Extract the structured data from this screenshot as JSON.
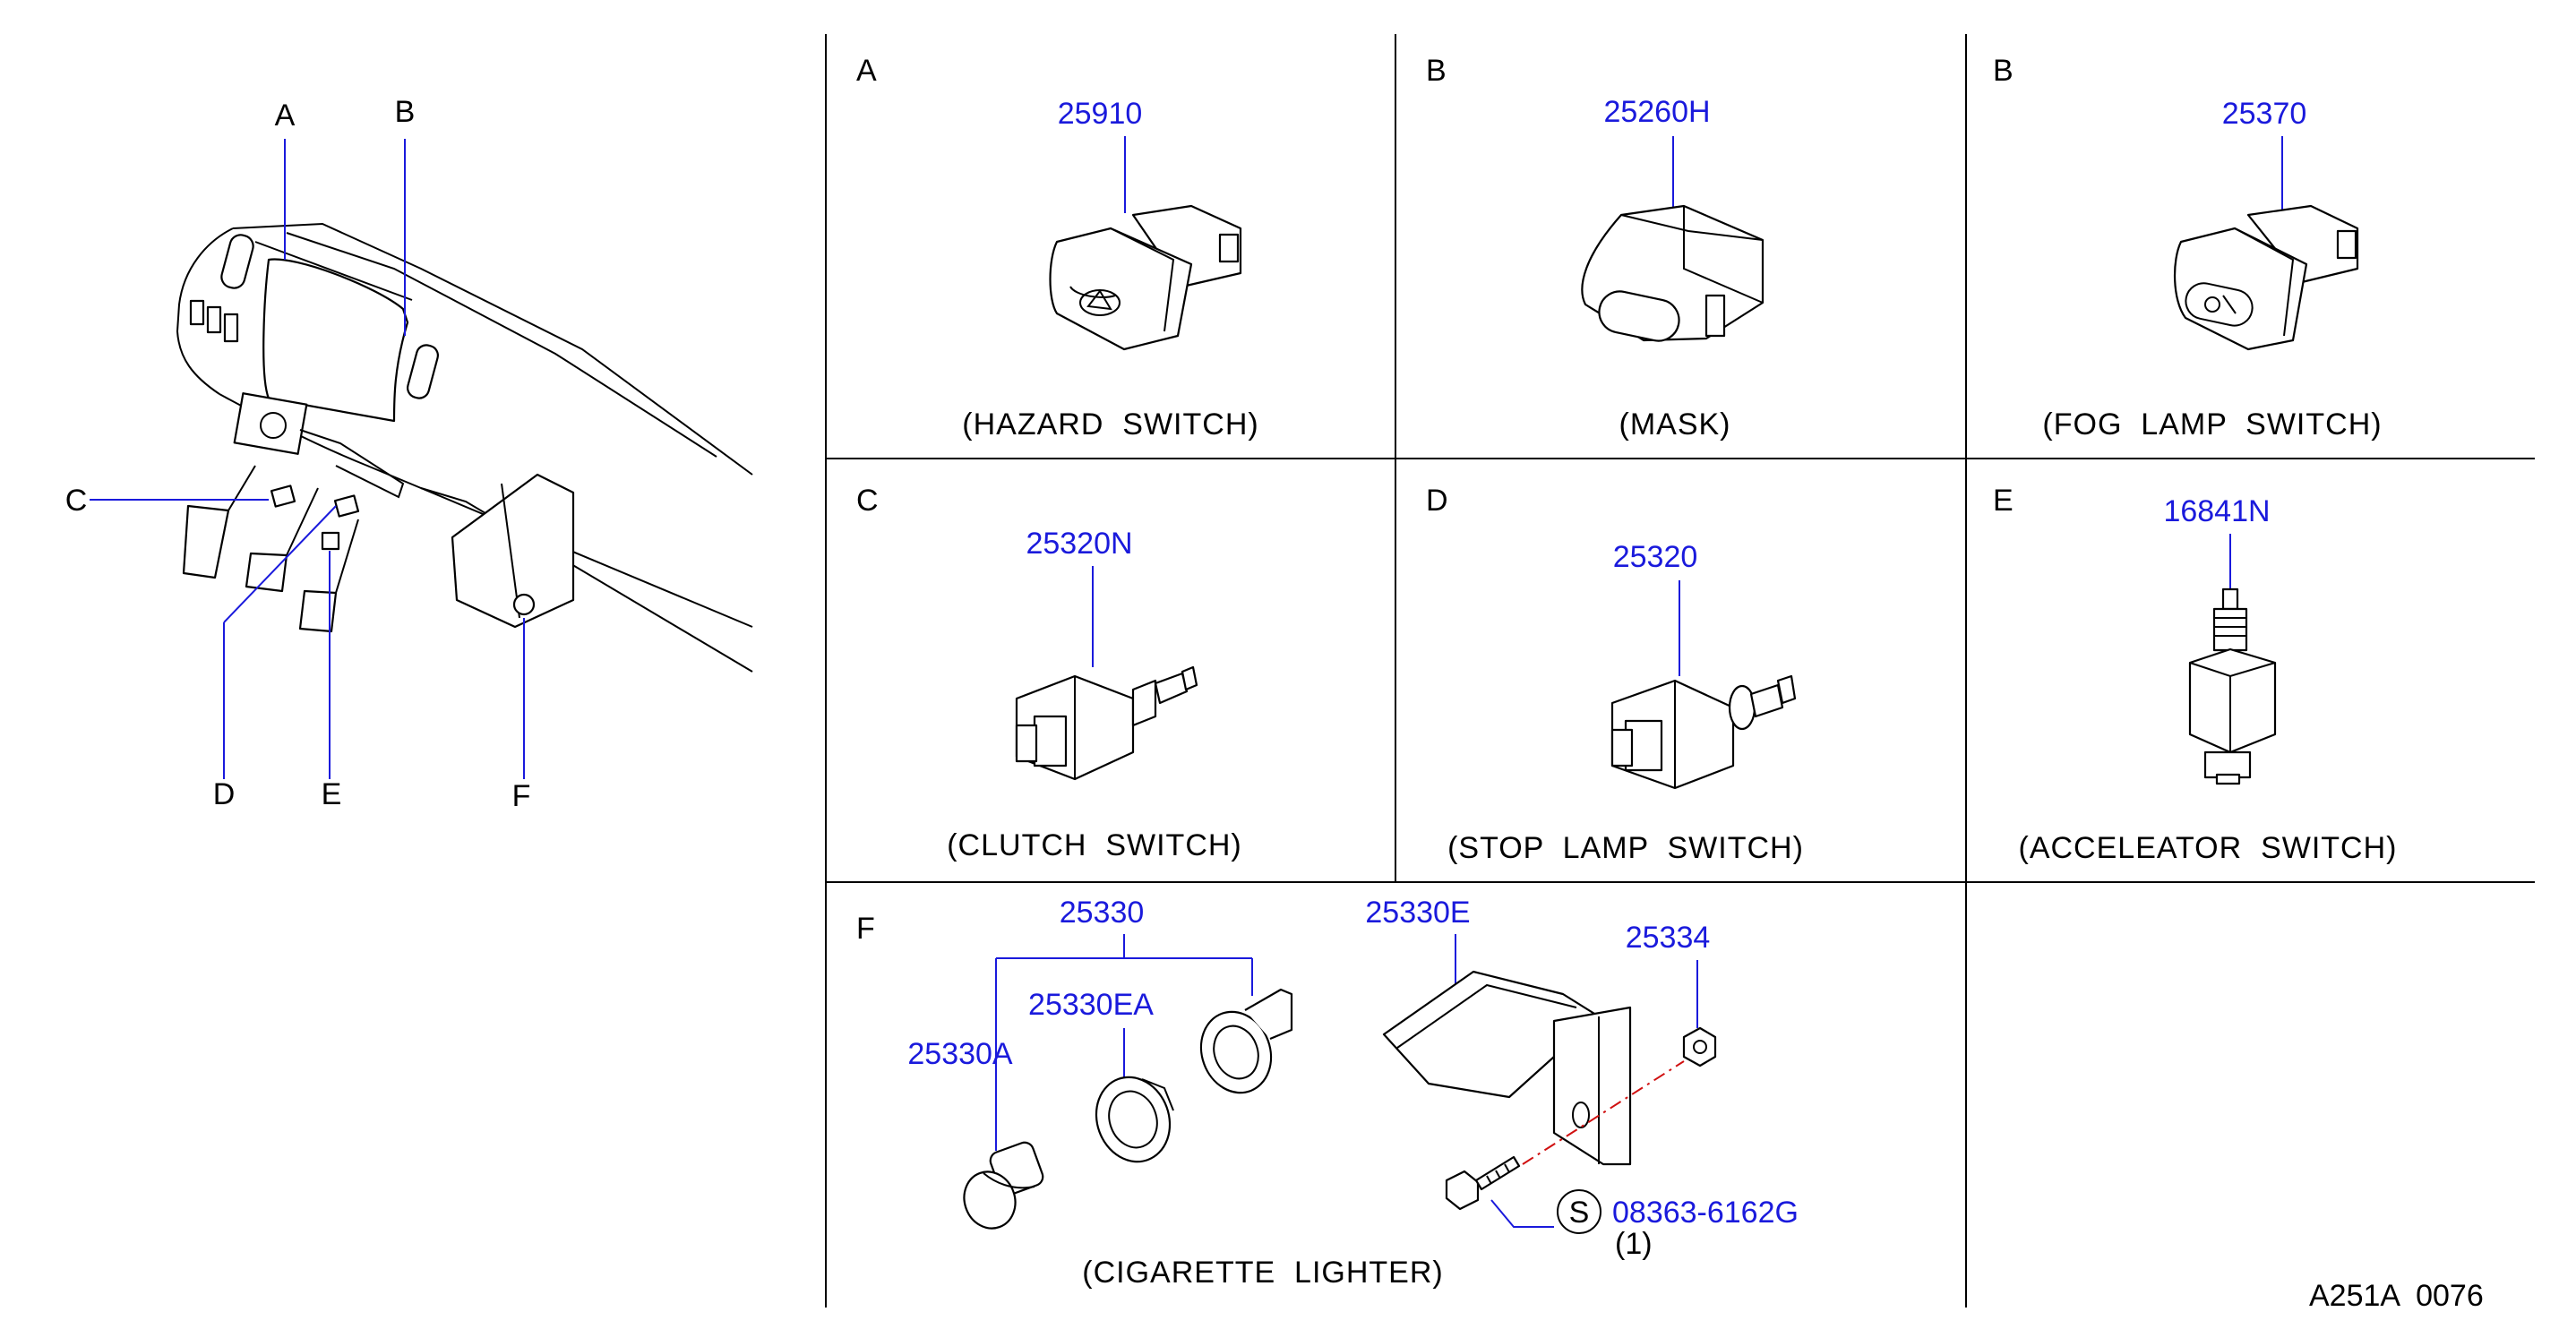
{
  "overview": {
    "callouts": [
      "A",
      "B",
      "C",
      "D",
      "E",
      "F"
    ]
  },
  "panels": [
    {
      "letter": "A",
      "part_number": "25910",
      "caption": "(HAZARD  SWITCH)"
    },
    {
      "letter": "B",
      "part_number": "25260H",
      "caption": "(MASK)"
    },
    {
      "letter": "B",
      "part_number": "25370",
      "caption": "(FOG  LAMP  SWITCH)"
    },
    {
      "letter": "C",
      "part_number": "25320N",
      "caption": "(CLUTCH  SWITCH)"
    },
    {
      "letter": "D",
      "part_number": "25320",
      "caption": "(STOP  LAMP  SWITCH)"
    },
    {
      "letter": "E",
      "part_number": "16841N",
      "caption": "(ACCELEATOR  SWITCH)"
    }
  ],
  "lighter": {
    "letter": "F",
    "group_number": "25330",
    "parts": [
      "25330A",
      "25330EA",
      "25330E",
      "25334"
    ],
    "screw_symbol": "S",
    "screw_number": "08363-6162G",
    "screw_qty": "(1)",
    "caption": "(CIGARETTE  LIGHTER)"
  },
  "diagram_code": "A251A  0076",
  "colors": {
    "part_number": "#1a1adc",
    "line": "#000000",
    "centerline": "#d01010"
  }
}
